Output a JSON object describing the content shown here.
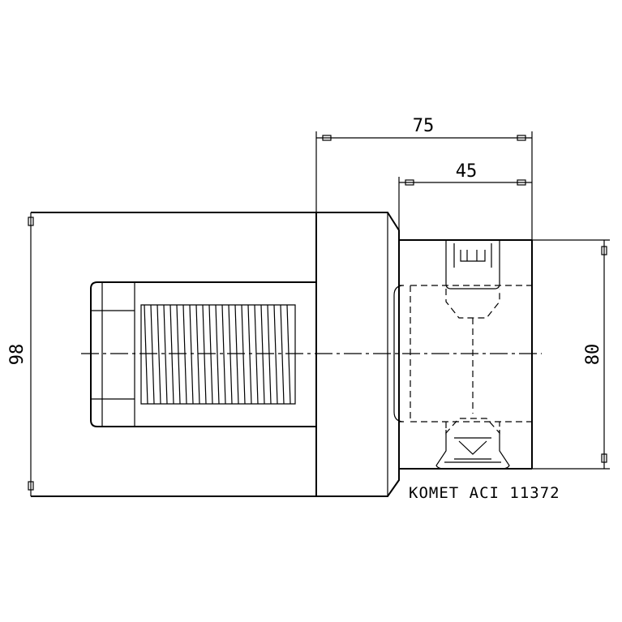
{
  "drawing": {
    "dimensions": {
      "overall_length": "75",
      "front_length": "45",
      "body_diameter": "98",
      "head_height": "80"
    },
    "caption": "KOMET ACI 11372"
  }
}
